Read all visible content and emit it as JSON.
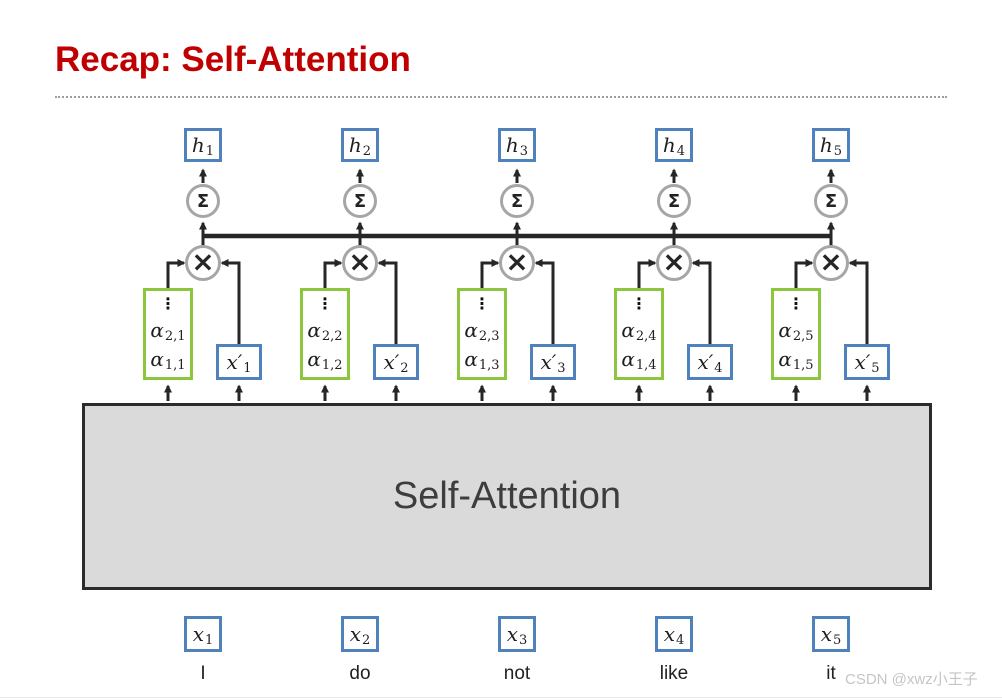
{
  "title": "Recap: Self-Attention",
  "diagram": {
    "box_label": "Self-Attention",
    "sum_symbol": "Σ",
    "mult_symbol": "×",
    "dots_symbol": "⋮",
    "columns": [
      {
        "h_base": "h",
        "h_sub": "1",
        "alpha_top_base": "α",
        "alpha_top_sub": "2,1",
        "alpha_bottom_base": "α",
        "alpha_bottom_sub": "1,1",
        "xprime_base": "x′",
        "xprime_sub": "1",
        "x_base": "x",
        "x_sub": "1",
        "word": "I"
      },
      {
        "h_base": "h",
        "h_sub": "2",
        "alpha_top_base": "α",
        "alpha_top_sub": "2,2",
        "alpha_bottom_base": "α",
        "alpha_bottom_sub": "1,2",
        "xprime_base": "x′",
        "xprime_sub": "2",
        "x_base": "x",
        "x_sub": "2",
        "word": "do"
      },
      {
        "h_base": "h",
        "h_sub": "3",
        "alpha_top_base": "α",
        "alpha_top_sub": "2,3",
        "alpha_bottom_base": "α",
        "alpha_bottom_sub": "1,3",
        "xprime_base": "x′",
        "xprime_sub": "3",
        "x_base": "x",
        "x_sub": "3",
        "word": "not"
      },
      {
        "h_base": "h",
        "h_sub": "4",
        "alpha_top_base": "α",
        "alpha_top_sub": "2,4",
        "alpha_bottom_base": "α",
        "alpha_bottom_sub": "1,4",
        "xprime_base": "x′",
        "xprime_sub": "4",
        "x_base": "x",
        "x_sub": "4",
        "word": "like"
      },
      {
        "h_base": "h",
        "h_sub": "5",
        "alpha_top_base": "α",
        "alpha_top_sub": "2,5",
        "alpha_bottom_base": "α",
        "alpha_bottom_sub": "1,5",
        "xprime_base": "x′",
        "xprime_sub": "5",
        "x_base": "x",
        "x_sub": "5",
        "word": "it"
      }
    ]
  },
  "watermark": "CSDN @xwz小王子",
  "colors": {
    "title_red": "#C00000",
    "box_blue": "#4F81BD",
    "box_green": "#8CC63F",
    "circle_gray": "#A6A6A6",
    "line_dark": "#262626",
    "self_attention_fill": "#DADADA"
  }
}
